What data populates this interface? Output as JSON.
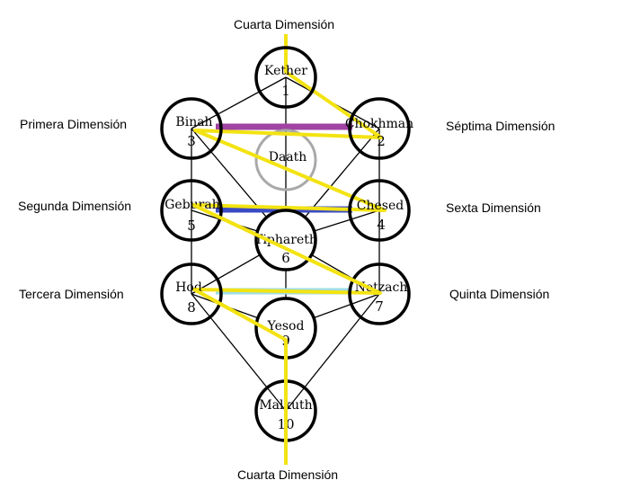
{
  "colors": {
    "yellow": "#f3e312",
    "purple": "#a043a2",
    "blue": "#3a4ac4",
    "light_blue": "#9fdce6",
    "daath": "#a9a9a9",
    "line": "#000000"
  },
  "nodes": {
    "kether": {
      "name": "Kether",
      "number": "1"
    },
    "chokhmah": {
      "name": "Chokhmah",
      "number": "2"
    },
    "binah": {
      "name": "Binah",
      "number": "3"
    },
    "chesed": {
      "name": "Chesed",
      "number": "4"
    },
    "geburah": {
      "name": "Geburah",
      "number": "5"
    },
    "tiphareth": {
      "name": "Tiphareth",
      "number": "6"
    },
    "netzach": {
      "name": "Netzach",
      "number": "7"
    },
    "hod": {
      "name": "Hod",
      "number": "8"
    },
    "yesod": {
      "name": "Yesod",
      "number": "9"
    },
    "malkuth": {
      "name": "Malkuth",
      "number": "10"
    },
    "daath": {
      "name": "Daath"
    }
  },
  "labels": {
    "top": "Cuarta Dimensión",
    "bottom": "Cuarta Dimensión",
    "primera": "Primera Dimensión",
    "segunda": "Segunda Dimensión",
    "tercera": "Tercera Dimensión",
    "septima": "Séptima  Dimensión",
    "sexta": "Sexta Dimensión",
    "quinta": "Quinta Dimensión"
  }
}
